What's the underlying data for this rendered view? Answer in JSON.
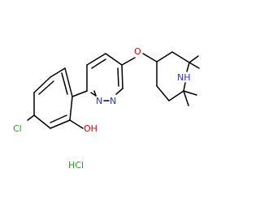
{
  "molecule": {
    "atoms": {
      "cl_label": "Cl",
      "oh_label": "OH",
      "n1_label": "N",
      "n2_label": "N",
      "o_ether_label": "O",
      "nh_label": "NH"
    },
    "salt_label": "HCl",
    "colors": {
      "bond": "#000000",
      "chlorine": "#1f9e1f",
      "oxygen": "#e00000",
      "nitrogen": "#2233dd",
      "text_default": "#000000"
    }
  }
}
